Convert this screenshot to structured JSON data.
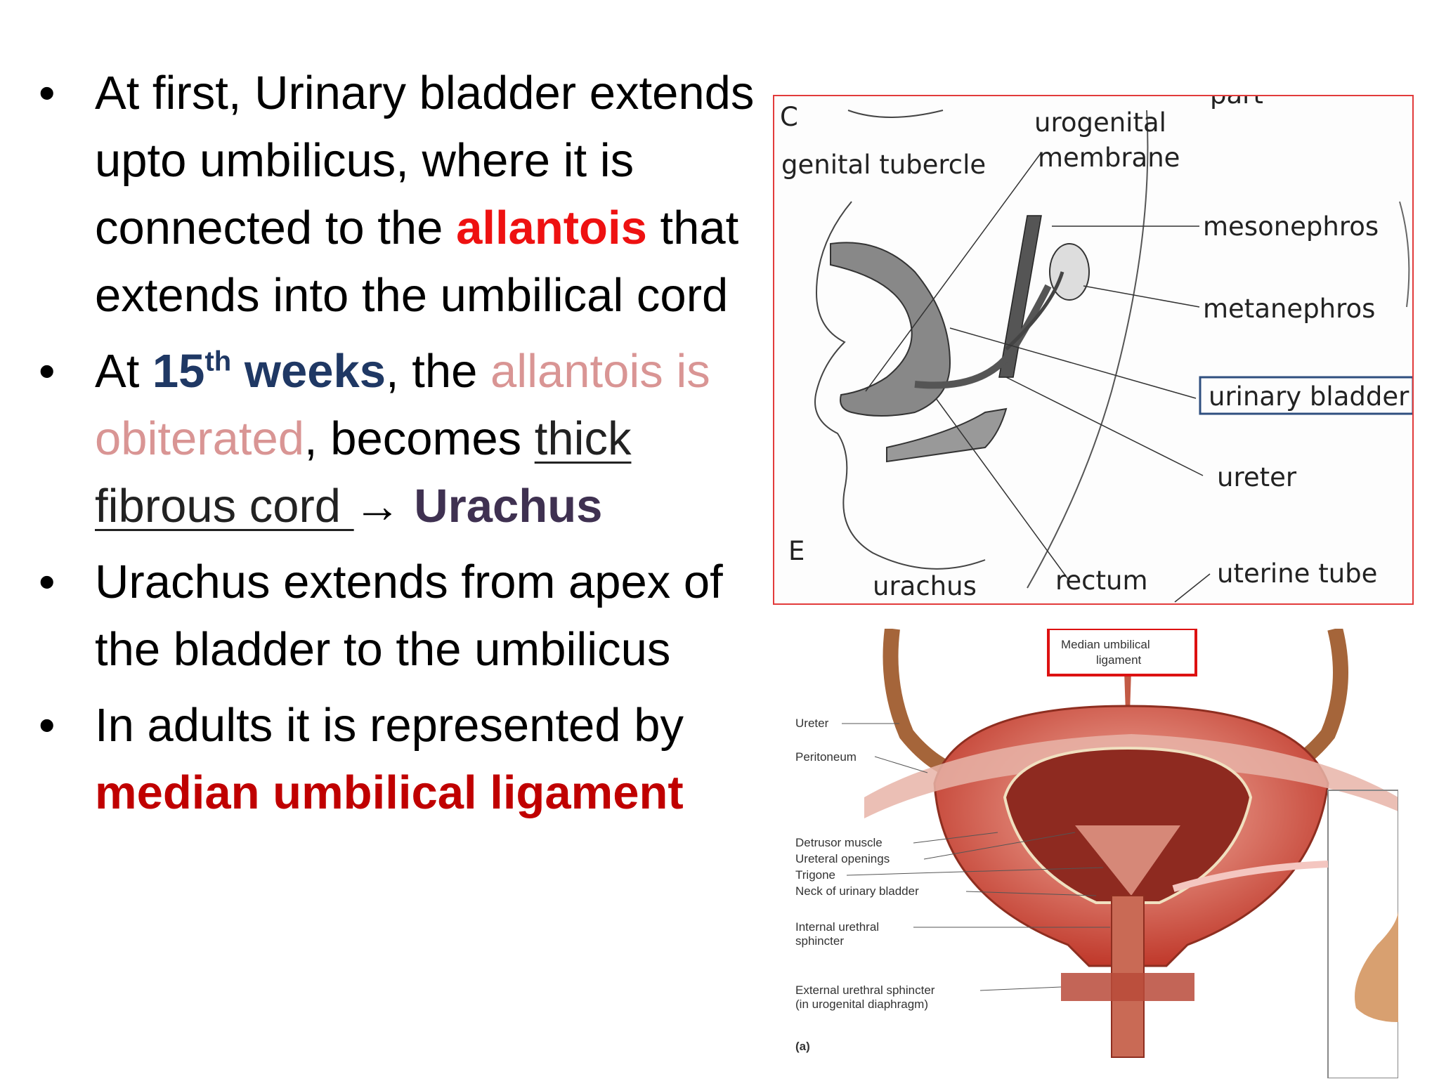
{
  "bullets": [
    {
      "part1": "At first, Urinary bladder extends upto umbilicus, where it is connected to the ",
      "highlight": "allantois",
      "part2": " that extends into the umbilical cord"
    },
    {
      "at": "At ",
      "num": "15",
      "sup": "th",
      "weeks": " weeks",
      "the": ", the ",
      "allantois_obliterated": "allantois is obiterated",
      "becomes": ", becomes ",
      "thick_fibrous_cord": "thick fibrous cord ",
      "arrow": "→",
      "urachus": " Urachus"
    },
    {
      "text": "Urachus extends from apex of the bladder to the umbilicus"
    },
    {
      "part1": "In adults it is represented by ",
      "highlight": "median umbilical ligament"
    }
  ],
  "figure_embryo": {
    "labels": {
      "letter_c": "C",
      "letter_e": "E",
      "part": "part",
      "genital_tubercle": "genital tubercle",
      "urogenital": "urogenital",
      "membrane": "membrane",
      "mesonephros": "mesonephros",
      "metanephros": "metanephros",
      "urinary_bladder": "urinary bladder",
      "ureter": "ureter",
      "urachus": "urachus",
      "rectum": "rectum",
      "uterine_tube": "uterine tube"
    },
    "highlight_box_color": "#2f4f7f",
    "border_color": "#e23b3b"
  },
  "figure_bladder": {
    "labels": {
      "median_1": "Median umbilical",
      "median_2": "ligament",
      "ureter": "Ureter",
      "peritoneum": "Peritoneum",
      "detrusor": "Detrusor muscle",
      "ureteral_openings": "Ureteral openings",
      "trigone": "Trigone",
      "neck": "Neck of urinary bladder",
      "internal_1": "Internal urethral",
      "internal_2": "sphincter",
      "external_1": "External urethral sphincter",
      "external_2": "(in urogenital diaphragm)",
      "panel": "(a)"
    },
    "highlight_box_color": "#dd1111"
  }
}
